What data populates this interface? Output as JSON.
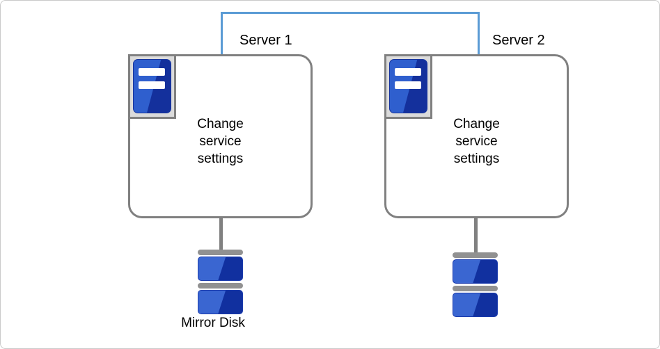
{
  "diagram": {
    "servers": [
      {
        "label": "Server 1",
        "caption": "Change\nservice\nsettings"
      },
      {
        "label": "Server 2",
        "caption": "Change\nservice\nsettings"
      }
    ],
    "disk": {
      "label": "Mirror Disk"
    },
    "colors": {
      "interconnect_blue": "#5B9BD5",
      "box_border_gray": "#808080",
      "icon_frame_bg": "#DBDBDB",
      "icon_blue_light": "#2F5FCE",
      "icon_blue_dark": "#14309C",
      "disk_blue_light": "#3A66D1",
      "disk_blue_dark": "#11309F",
      "disk_cap_gray": "#919191"
    }
  }
}
